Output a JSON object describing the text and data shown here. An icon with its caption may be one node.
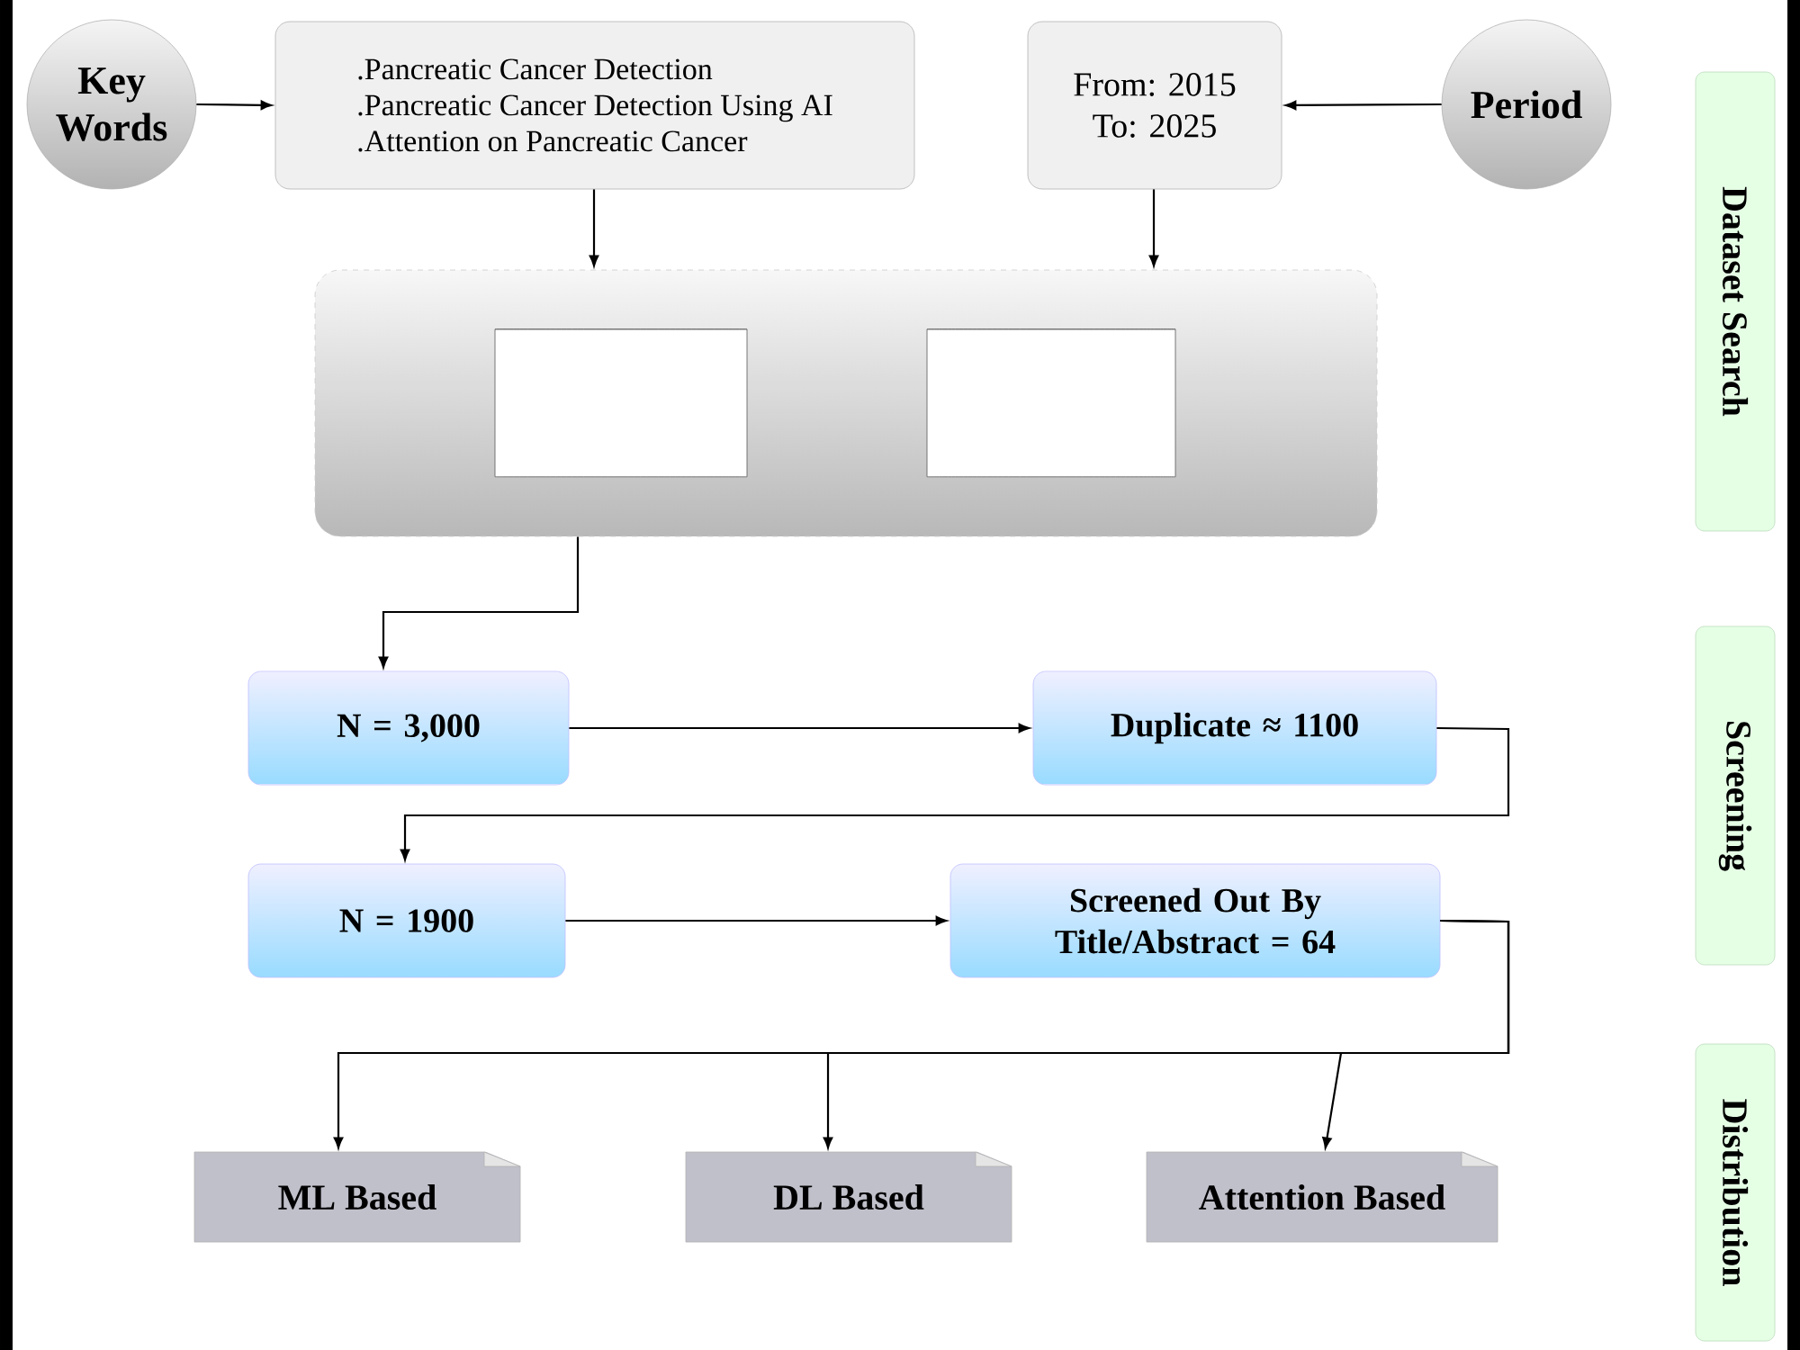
{
  "diagram": {
    "nodes": [
      {
        "text": [
          "Key Words"
        ]
      },
      {
        "text": [
          ".Pancreatic Cancer Detection",
          ".Pancreatic Cancer Detection Using AI",
          ".Attention on Pancreatic Cancer"
        ]
      },
      {
        "text": [
          "From: 2015",
          "To: 2025"
        ]
      },
      {
        "text": [
          "Period"
        ]
      },
      {
        "text": [],
        "shape": "box"
      },
      {
        "text": [],
        "shape": "cylinder",
        "in": 4
      },
      {
        "text": [],
        "shape": "cylinder",
        "in": 4
      },
      {
        "text": [
          "N = 3,000"
        ]
      },
      {
        "text": [
          "Duplicate ≈ 1100"
        ]
      },
      {
        "text": [
          "N = 1900"
        ]
      },
      {
        "text": [
          "Screened Out By Title/Abstract = 64"
        ]
      },
      {
        "text": [
          "ML Based"
        ]
      },
      {
        "text": [
          "DL Based"
        ]
      },
      {
        "text": [
          "Attention Based"
        ]
      },
      {
        "text": [
          "Dataset Search"
        ]
      },
      {
        "text": [
          "Screening"
        ]
      },
      {
        "text": [
          "Distribution"
        ]
      }
    ],
    "edges": [
      {
        "from": 0,
        "to": 1,
        "arrow": "to"
      },
      {
        "from": 3,
        "to": 2,
        "arrow": "to"
      },
      {
        "from": 1,
        "to": 4,
        "arrow": "to"
      },
      {
        "from": 2,
        "to": 4,
        "arrow": "to"
      },
      {
        "from": 4,
        "to": 7,
        "arrow": "to"
      },
      {
        "from": 7,
        "to": 8,
        "arrow": "to"
      },
      {
        "from": 8,
        "to": 9,
        "arrow": "to"
      },
      {
        "from": 9,
        "to": 10,
        "arrow": "to"
      },
      {
        "from": 10,
        "to": 11,
        "arrow": "to"
      },
      {
        "from": 10,
        "to": 12,
        "arrow": "to"
      },
      {
        "from": 10,
        "to": 13,
        "arrow": "to"
      }
    ]
  }
}
